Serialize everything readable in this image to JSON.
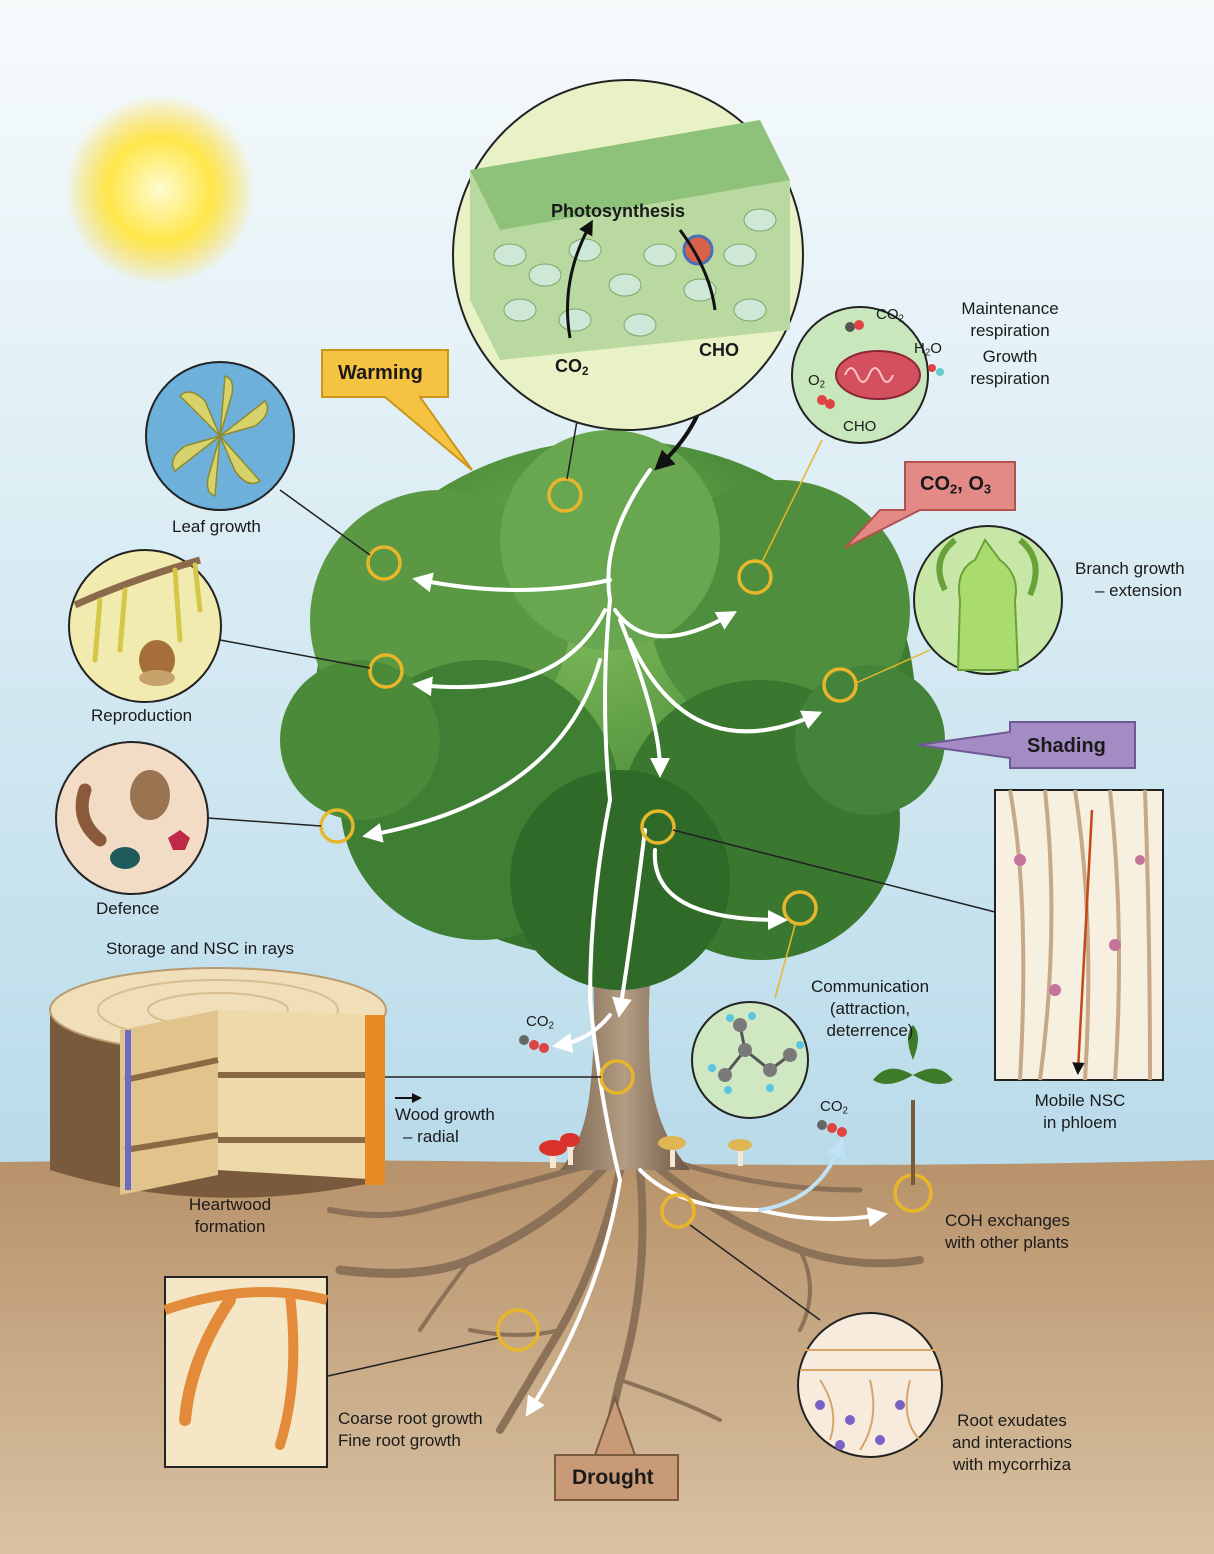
{
  "colors": {
    "sky_top": "#f7fbfc",
    "sky_bottom": "#b9dbea",
    "soil_top": "#b7926a",
    "soil_bottom": "#d9c2a3",
    "foliage": "#4e8f3c",
    "marker": "#e7b62a",
    "warming": "#f5c341",
    "co2o3": "#e48a86",
    "shading": "#a48bc4",
    "drought": "#c89a78"
  },
  "labels": {
    "photosynthesis": "Photosynthesis",
    "co2": "CO",
    "co2_sub": "2",
    "cho": "CHO",
    "maintenance_respiration_1": "Maintenance",
    "maintenance_respiration_2": "respiration",
    "growth_respiration_1": "Growth",
    "growth_respiration_2": "respiration",
    "resp_co2": "CO",
    "resp_h2o": "H",
    "resp_h2o_sub": "2",
    "resp_h2o_o": "O",
    "resp_o2": "O",
    "resp_cho": "CHO",
    "leaf_growth": "Leaf growth",
    "reproduction": "Reproduction",
    "defence": "Defence",
    "branch_growth_1": "Branch growth",
    "branch_growth_2": "– extension",
    "storage_rays": "Storage and NSC in rays",
    "wood_growth_1": "Wood growth",
    "wood_growth_2": "– radial",
    "heartwood_1": "Heartwood",
    "heartwood_2": "formation",
    "communication_1": "Communication",
    "communication_2": "(attraction,",
    "communication_3": "deterrence)",
    "mobile_nsc_1": "Mobile NSC",
    "mobile_nsc_2": "in phloem",
    "coh_exchange_1": "COH exchanges",
    "coh_exchange_2": "with other plants",
    "coarse_root": "Coarse root growth",
    "fine_root": "Fine root growth",
    "root_exudates_1": "Root exudates",
    "root_exudates_2": "and interactions",
    "root_exudates_3": "with mycorrhiza"
  },
  "drivers": {
    "warming": "Warming",
    "co2_o3_a": "CO",
    "co2_o3_b": ", O",
    "co2_o3_sub3": "3",
    "shading": "Shading",
    "drought": "Drought"
  }
}
